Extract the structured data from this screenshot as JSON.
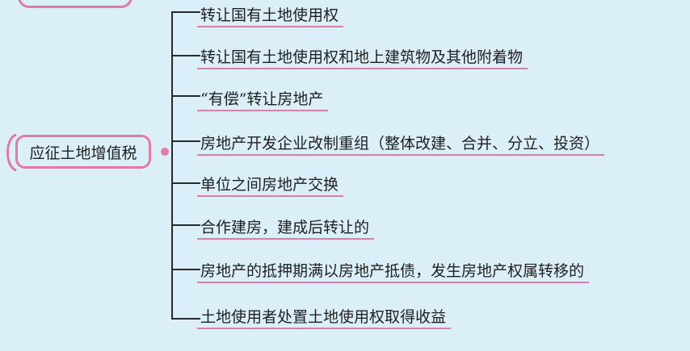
{
  "root": {
    "label": "应征土地增值税"
  },
  "items": [
    {
      "label": "转让国有土地使用权"
    },
    {
      "label": "转让国有土地使用权和地上建筑物及其他附着物"
    },
    {
      "label": "“有偿”转让房地产"
    },
    {
      "label": "房地产开发企业改制重组（整体改建、合并、分立、投资）"
    },
    {
      "label": "单位之间房地产交换"
    },
    {
      "label": "合作建房，建成后转让的"
    },
    {
      "label": "房地产的抵押期满以房地产抵债，发生房地产权属转移的"
    },
    {
      "label": "土地使用者处置土地使用权取得收益"
    }
  ],
  "colors": {
    "node_border": "#e27aa8",
    "background": "#dbeff9",
    "line": "#2a2a2a"
  }
}
